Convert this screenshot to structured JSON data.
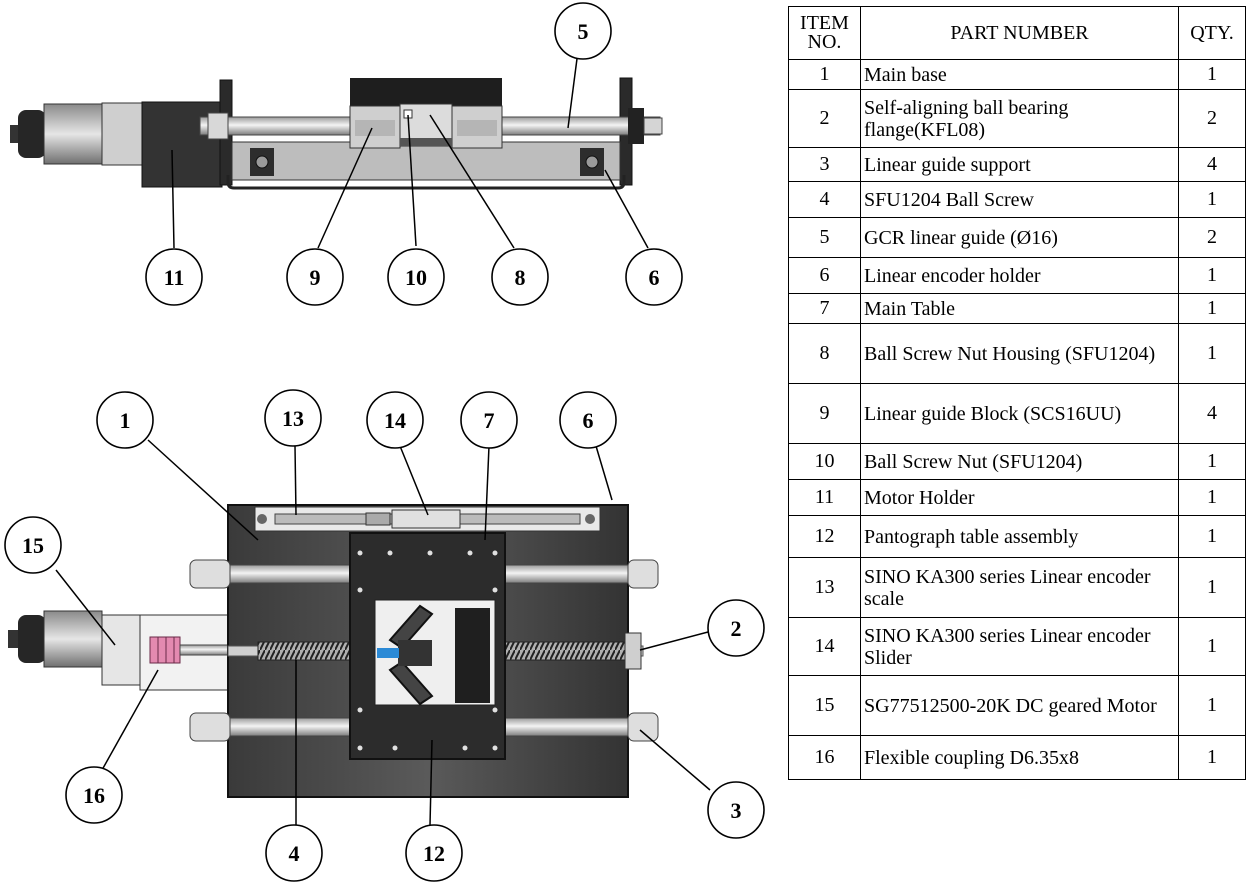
{
  "balloons": [
    {
      "id": "top-5",
      "label": "5"
    },
    {
      "id": "top-11",
      "label": "11"
    },
    {
      "id": "top-9",
      "label": "9"
    },
    {
      "id": "top-10",
      "label": "10"
    },
    {
      "id": "top-8",
      "label": "8"
    },
    {
      "id": "top-6",
      "label": "6"
    },
    {
      "id": "bot-1",
      "label": "1"
    },
    {
      "id": "bot-13",
      "label": "13"
    },
    {
      "id": "bot-14",
      "label": "14"
    },
    {
      "id": "bot-7",
      "label": "7"
    },
    {
      "id": "bot-6",
      "label": "6"
    },
    {
      "id": "bot-15",
      "label": "15"
    },
    {
      "id": "bot-2",
      "label": "2"
    },
    {
      "id": "bot-16",
      "label": "16"
    },
    {
      "id": "bot-3",
      "label": "3"
    },
    {
      "id": "bot-4",
      "label": "4"
    },
    {
      "id": "bot-12",
      "label": "12"
    }
  ],
  "bom": {
    "headers": {
      "item_no_line1": "ITEM",
      "item_no_line2": "NO.",
      "part_number": "PART NUMBER",
      "qty": "QTY."
    },
    "rows": [
      {
        "no": "1",
        "part": "Main base",
        "qty": "1"
      },
      {
        "no": "2",
        "part": "Self-aligning ball bearing flange(KFL08)",
        "qty": "2"
      },
      {
        "no": "3",
        "part": "Linear guide support",
        "qty": "4"
      },
      {
        "no": "4",
        "part": "SFU1204 Ball Screw",
        "qty": "1"
      },
      {
        "no": "5",
        "part": "GCR linear guide (Ø16)",
        "qty": "2"
      },
      {
        "no": "6",
        "part": "Linear encoder holder",
        "qty": "1"
      },
      {
        "no": "7",
        "part": "Main Table",
        "qty": "1"
      },
      {
        "no": "8",
        "part": "Ball Screw Nut Housing (SFU1204)",
        "qty": "1"
      },
      {
        "no": "9",
        "part": "Linear guide Block (SCS16UU)",
        "qty": "4"
      },
      {
        "no": "10",
        "part": "Ball Screw Nut (SFU1204)",
        "qty": "1"
      },
      {
        "no": "11",
        "part": "Motor Holder",
        "qty": "1"
      },
      {
        "no": "12",
        "part": "Pantograph table assembly",
        "qty": "1"
      },
      {
        "no": "13",
        "part": "SINO KA300 series Linear encoder scale",
        "qty": "1"
      },
      {
        "no": "14",
        "part": "SINO KA300 series Linear encoder Slider",
        "qty": "1"
      },
      {
        "no": "15",
        "part": "SG77512500-20K DC geared Motor",
        "qty": "1"
      },
      {
        "no": "16",
        "part": "Flexible coupling D6.35x8",
        "qty": "1"
      }
    ]
  }
}
